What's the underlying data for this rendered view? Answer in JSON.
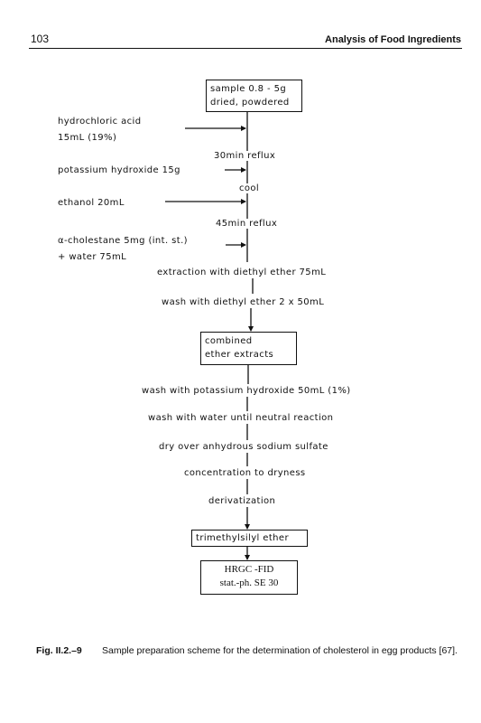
{
  "header": {
    "page_number": "103",
    "section_title": "Analysis of Food Ingredients"
  },
  "flow": {
    "box_sample": [
      "sample 0.8 - 5g",
      "dried, powdered"
    ],
    "input_hcl": [
      "hydrochloric acid",
      "15mL (19%)"
    ],
    "step_reflux_30": "30min reflux",
    "input_koh": "potassium hydroxide 15g",
    "step_cool": "cool",
    "input_ethanol": "ethanol 20mL",
    "step_reflux_45": "45min reflux",
    "input_std": [
      "α-cholestane 5mg (int. st.)",
      "+ water 75mL"
    ],
    "step_extraction": "extraction with diethyl ether 75mL",
    "step_wash_ether": "wash with diethyl ether 2 x 50mL",
    "box_combined": [
      "combined",
      "ether extracts"
    ],
    "step_wash_koh": "wash with potassium hydroxide 50mL (1%)",
    "step_wash_water": "wash with water until neutral reaction",
    "step_dry": "dry over anhydrous sodium sulfate",
    "step_concentration": "concentration to dryness",
    "step_derivatization": "derivatization",
    "box_tms": "trimethylsilyl ether",
    "box_hrgc": [
      "HRGC -FID",
      "stat.-ph. SE 30"
    ]
  },
  "caption": {
    "label": "Fig. II.2.–9",
    "text": "Sample preparation scheme for the determination of cholesterol in egg products [67]."
  }
}
